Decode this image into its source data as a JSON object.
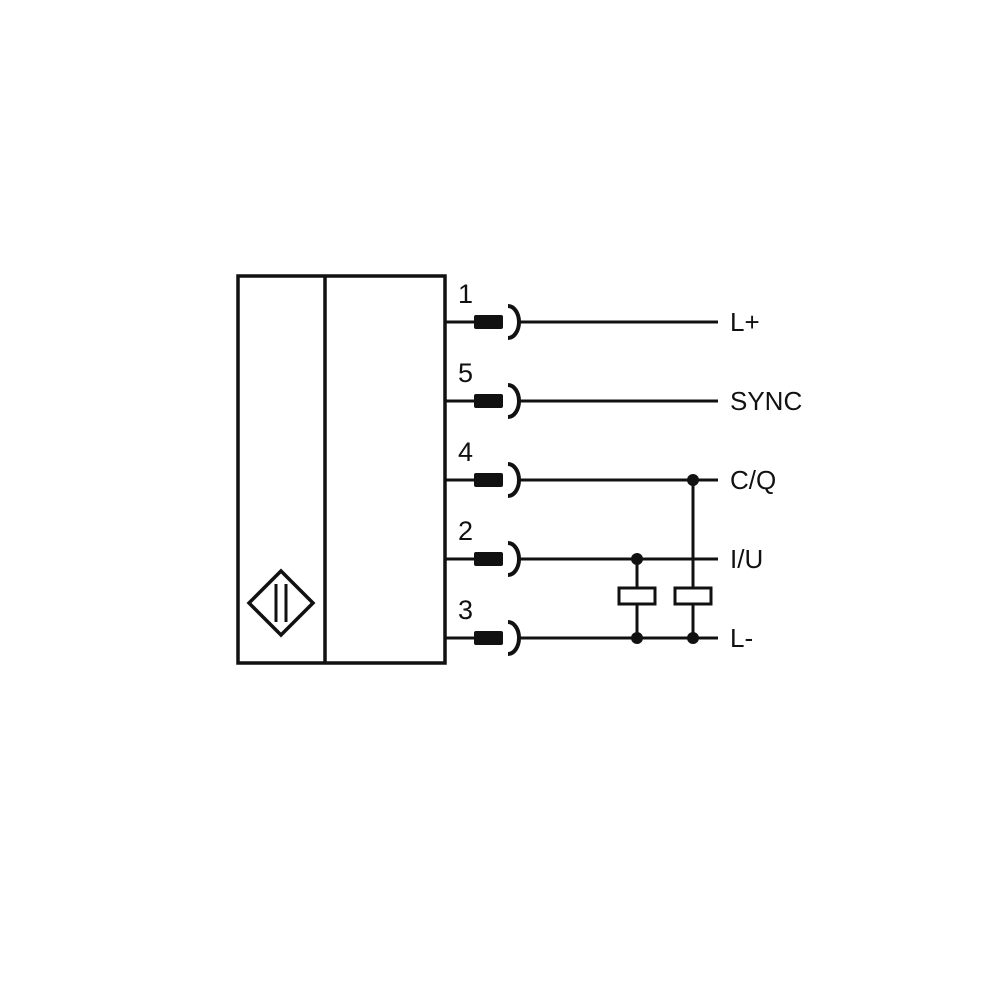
{
  "colors": {
    "line": "#111111",
    "background": "#ffffff"
  },
  "sensor_symbol": "inductive-sensor-icon",
  "pins": [
    {
      "number": "1",
      "label": "L+"
    },
    {
      "number": "5",
      "label": "SYNC"
    },
    {
      "number": "4",
      "label": "C/Q"
    },
    {
      "number": "2",
      "label": "I/U"
    },
    {
      "number": "3",
      "label": "L-"
    }
  ],
  "loads": [
    {
      "between": [
        "I/U",
        "L-"
      ]
    },
    {
      "between": [
        "C/Q",
        "L-"
      ]
    }
  ]
}
